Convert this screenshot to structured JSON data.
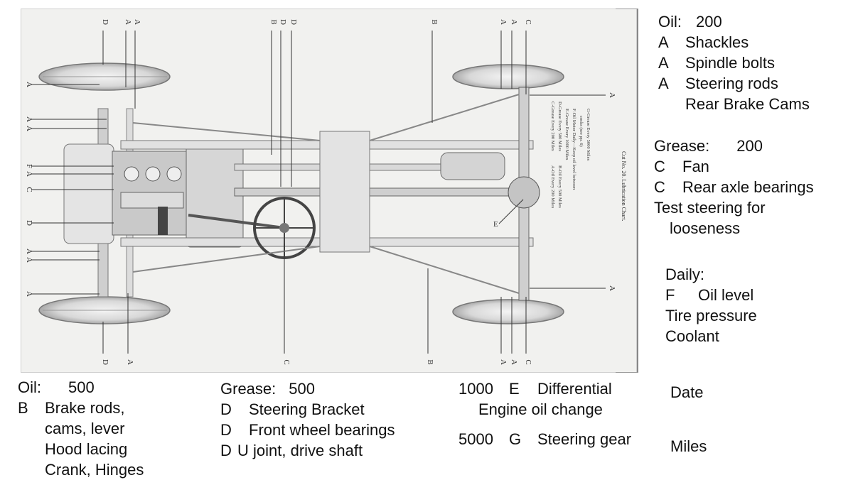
{
  "chart": {
    "caption": "Cut No. 20. Lubrication Chart.",
    "legend": [
      "A-Oil Every 200 Miles",
      "B-Oil Every 500 Miles",
      "C-Grease Every 200 Miles",
      "D-Grease Every 500 Miles",
      "E-Grease Every 1000 Miles",
      "F-Oil Motor Daily—Keep oil level between",
      "cocks (see pp. 6)",
      "G-Grease Every 5000 Miles"
    ],
    "top_letters": [
      "D",
      "A",
      "A",
      "B",
      "D",
      "D",
      "B",
      "A",
      "A",
      "C"
    ],
    "bottom_letters": [
      "D",
      "A",
      "C",
      "B",
      "A",
      "A",
      "C"
    ],
    "left_letters": [
      "A",
      "A",
      "A",
      "F",
      "A",
      "C",
      "D",
      "A",
      "A",
      "A"
    ],
    "right_letters": [
      "A",
      "A"
    ],
    "engine_letter": "E"
  },
  "notes": {
    "oil_200": {
      "header": "Oil:",
      "value": "200",
      "items": [
        {
          "code": "A",
          "text": "Shackles"
        },
        {
          "code": "A",
          "text": "Spindle bolts"
        },
        {
          "code": "A",
          "text": "Steering rods"
        }
      ],
      "extra": "Rear Brake Cams"
    },
    "grease_200": {
      "header": "Grease:",
      "value": "200",
      "items": [
        {
          "code": "C",
          "text": "Fan"
        },
        {
          "code": "C",
          "text": "Rear axle bearings"
        }
      ],
      "extra1": "Test steering for",
      "extra2": "looseness"
    },
    "daily": {
      "header": "Daily:",
      "items": [
        {
          "code": "F",
          "text": "Oil level"
        }
      ],
      "extra1": "Tire pressure",
      "extra2": "Coolant"
    },
    "oil_500": {
      "header": "Oil:",
      "value": "500",
      "code": "B",
      "line1": "Brake rods,",
      "line2": "cams,  lever",
      "line3": "Hood lacing",
      "line4": "Crank, Hinges"
    },
    "grease_500": {
      "header": "Grease:",
      "value": "500",
      "items": [
        {
          "code": "D",
          "text": "Steering Bracket"
        },
        {
          "code": "D",
          "text": "Front wheel bearings"
        },
        {
          "code": "D",
          "text": "U joint, drive shaft"
        }
      ]
    },
    "miles_1000": {
      "value": "1000",
      "code": "E",
      "text": "Differential",
      "line2": "Engine oil change"
    },
    "miles_5000": {
      "value": "5000",
      "code": "G",
      "text": "Steering gear"
    },
    "date_label": "Date",
    "miles_label": "Miles"
  }
}
